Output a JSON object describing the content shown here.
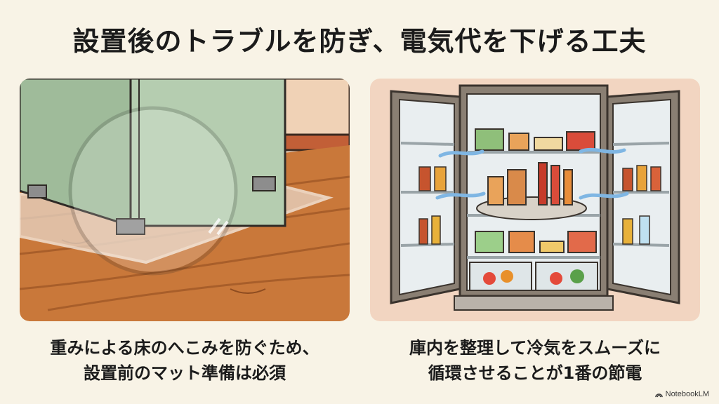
{
  "title": "設置後のトラブルを防ぎ、電気代を下げる工夫",
  "left_panel": {
    "caption_line1": "重みによる床のへこみを防ぐため、",
    "caption_line2": "設置前のマット準備は必須"
  },
  "right_panel": {
    "caption_line1": "庫内を整理して冷気をスムーズに",
    "caption_line2": "循環させることが1番の節電"
  },
  "brand": "NotebookLM",
  "colors": {
    "background": "#f8f3e6",
    "fridge_green": "#a9c3a4",
    "floor_wood": "#c9783a",
    "cold_air": "#7fb6e3",
    "fridge_exterior": "#8a7f73"
  }
}
